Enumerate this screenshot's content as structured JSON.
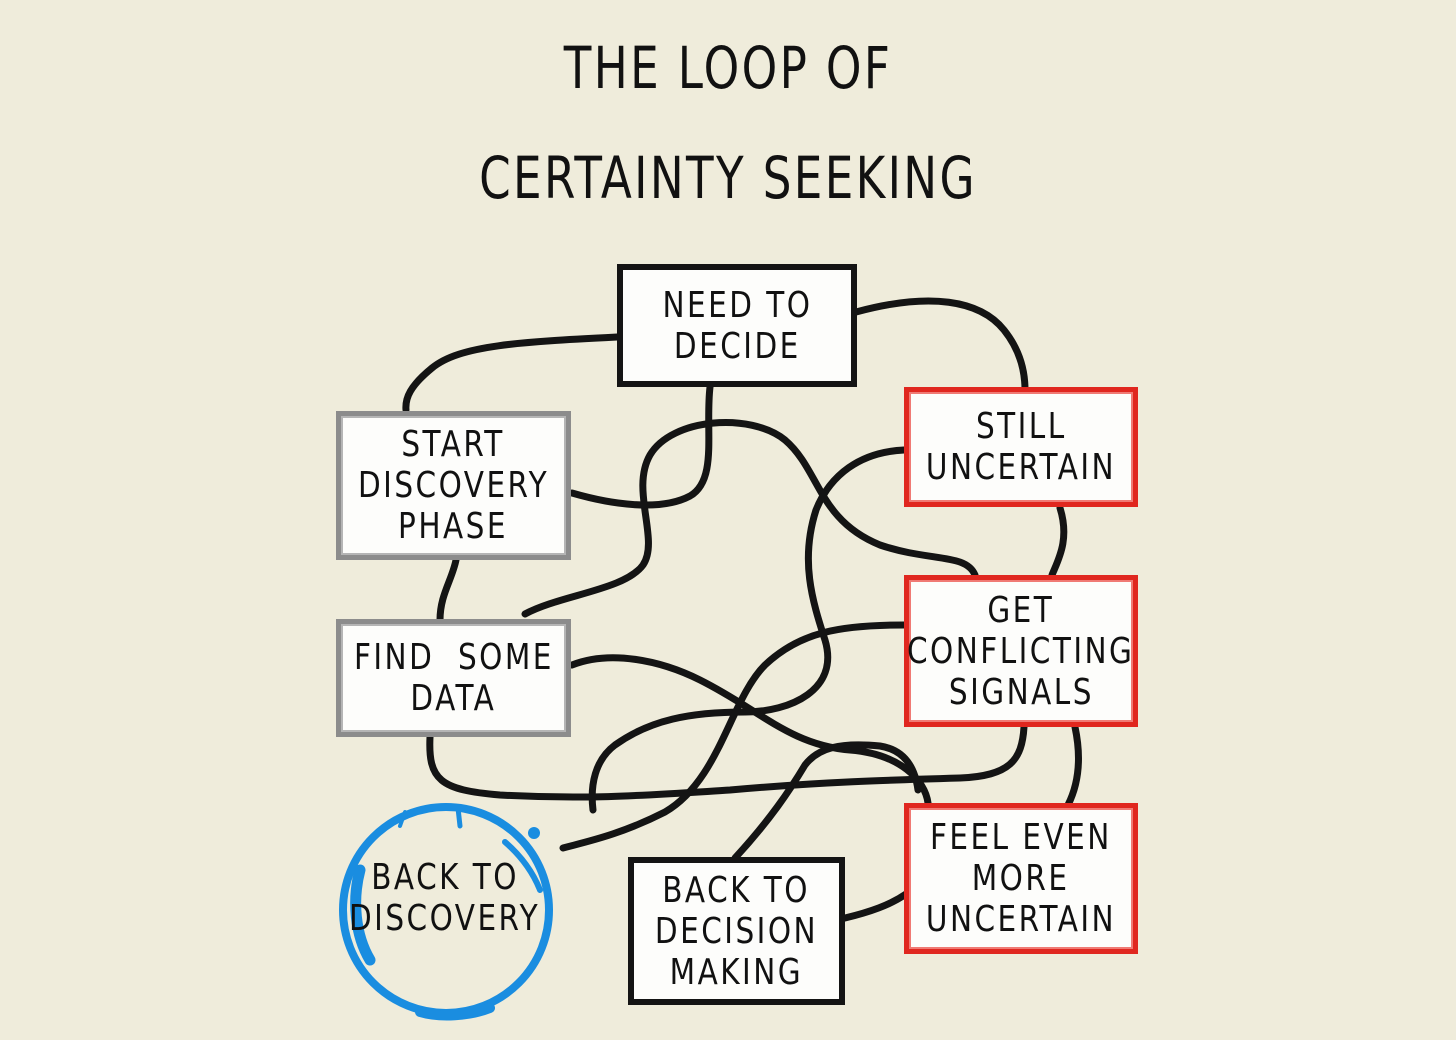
{
  "title": {
    "line1": "THE LOOP OF",
    "line2": "CERTAINTY SEEKING"
  },
  "nodes": {
    "need_to_decide": {
      "lines": [
        "NEED TO",
        "DECIDE"
      ]
    },
    "start_discovery_phase": {
      "lines": [
        "START",
        "DISCOVERY",
        "PHASE"
      ]
    },
    "still_uncertain": {
      "lines": [
        "STILL",
        "UNCERTAIN"
      ]
    },
    "find_some_data": {
      "lines": [
        "FIND  SOME",
        "DATA"
      ]
    },
    "get_conflicting_signals": {
      "lines": [
        "GET",
        "CONFLICTING",
        "SIGNALS"
      ]
    },
    "feel_even_more_uncertain": {
      "lines": [
        "FEEL EVEN",
        "MORE",
        "UNCERTAIN"
      ]
    },
    "back_to_decision_making": {
      "lines": [
        "BACK TO",
        "DECISION",
        "MAKING"
      ]
    },
    "back_to_discovery": {
      "lines": [
        "BACK TO",
        "DISCOVERY"
      ]
    }
  },
  "colors": {
    "background": "#efecdb",
    "line": "#141414",
    "black_border": "#141414",
    "gray_border": "#8c8c8c",
    "red_border": "#e0271f",
    "circle_stroke": "#1a8de0"
  }
}
